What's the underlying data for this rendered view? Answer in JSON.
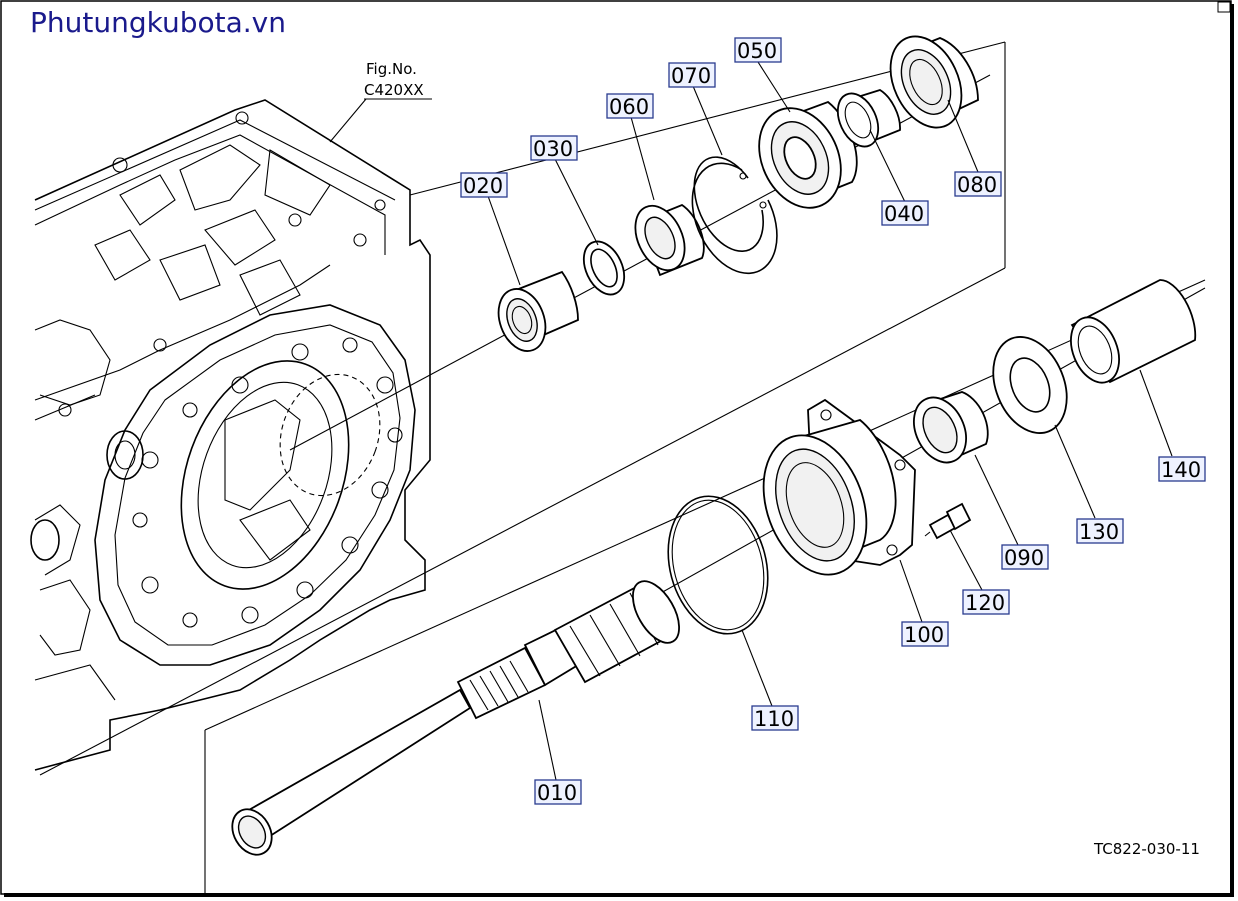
{
  "watermark": "Phutungkubota.vn",
  "fig_ref": {
    "line1": "Fig.No.",
    "line2": "C420XX"
  },
  "drawing_code": "TC822-030-11",
  "callouts": {
    "p010": "010",
    "p020": "020",
    "p030": "030",
    "p040": "040",
    "p050": "050",
    "p060": "060",
    "p070": "070",
    "p080": "080",
    "p090": "090",
    "p100": "100",
    "p110": "110",
    "p120": "120",
    "p130": "130",
    "p140": "140"
  }
}
